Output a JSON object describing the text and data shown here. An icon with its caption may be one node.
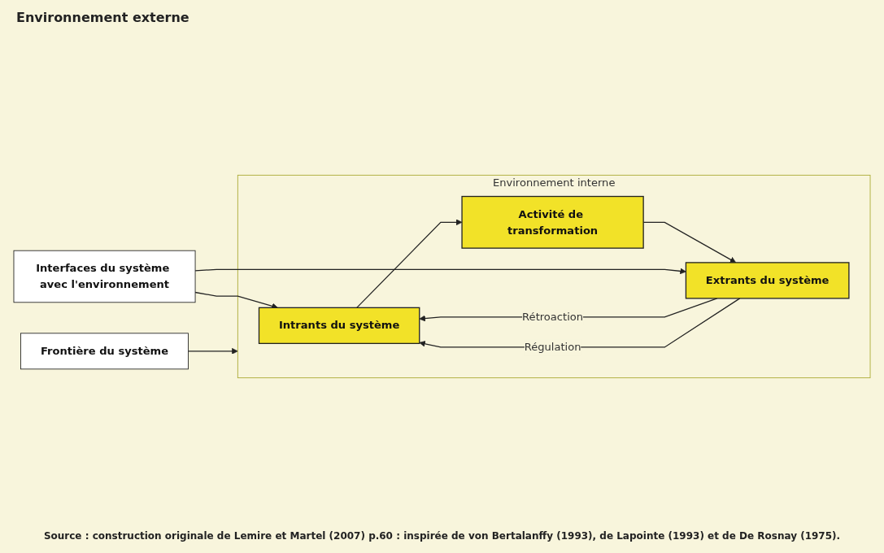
{
  "diagram": {
    "caption": "Source : construction originale de Lemire et Martel (2007) p.60 : inspirée de von Bertalanffy (1993), de Lapointe (1993) et de De Rosnay (1975).",
    "nodes": [
      {
        "text": [
          "Frontière du système"
        ]
      },
      {
        "text": [
          "Environnement interne"
        ]
      },
      {
        "text": [
          "Intrants du système"
        ],
        "in": 1
      },
      {
        "text": [
          "Activité de transformation"
        ],
        "in": 1
      },
      {
        "text": [
          "Extrants du système"
        ],
        "in": 1
      },
      {
        "text": [
          "Interfaces du système avec l'environnement"
        ]
      }
    ],
    "edges": [
      {
        "from": 0,
        "to": 1,
        "arrow": "to"
      },
      {
        "from": 2,
        "to": 3,
        "arrow": "to"
      },
      {
        "from": 3,
        "to": 4,
        "arrow": "to"
      },
      {
        "from": 4,
        "to": 2,
        "arrow": "to",
        "label": "Rétroaction"
      },
      {
        "from": 4,
        "to": 2,
        "arrow": "to",
        "label": "Régulation"
      },
      {
        "from": 5,
        "to": 2,
        "arrow": "to"
      },
      {
        "from": 5,
        "to": 4,
        "arrow": "to"
      }
    ],
    "labels": [
      "Environnement externe"
    ]
  }
}
